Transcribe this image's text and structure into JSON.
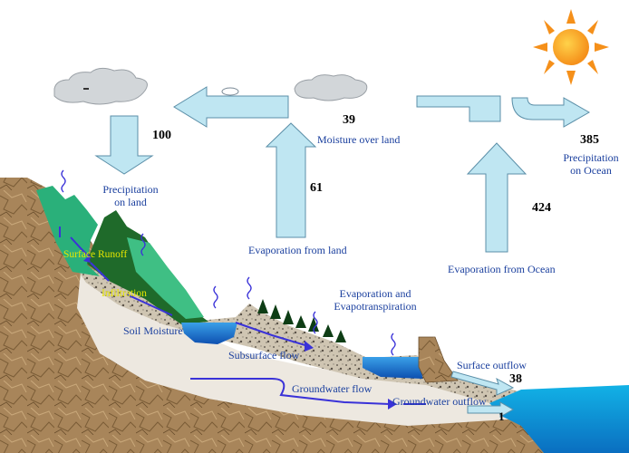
{
  "colors": {
    "arrow_fill": "#bfe6f2",
    "sky_water": "#1f8fd8",
    "ground_brown": "#a8855a",
    "vegetation_green": "#2f9a66",
    "flow_arrow": "#3a32d8",
    "label_blue": "#1a3f9e",
    "label_yellow": "#e6e600",
    "sun": "#f59a1e"
  },
  "labels": {
    "precip_land": [
      "Precipitation",
      "on land"
    ],
    "moisture_over_land": "Moisture over land",
    "evap_land": "Evaporation from land",
    "evap_ocean": "Evaporation from Ocean",
    "precip_ocean": [
      "Precipitation",
      "on Ocean"
    ],
    "evap_transp": [
      "Evaporation and",
      "Evapotranspiration"
    ],
    "soil_moisture": "Soil Moisture",
    "subsurface_flow": "Subsurface flow",
    "groundwater_flow": "Groundwater flow",
    "groundwater_outflow": "Groundwater outflow",
    "surface_outflow": "Surface  outflow",
    "surface_runoff": "Surface  Runoff",
    "infiltration": "Infiltration"
  },
  "values": {
    "precip_land": "100",
    "moisture_over_land": "39",
    "evap_land": "61",
    "evap_ocean": "424",
    "precip_ocean": "385",
    "surface_outflow": "38",
    "groundwater_outflow": "1"
  },
  "icons": [
    "sun-icon",
    "cloud-icon",
    "arrow-icon",
    "tree-icon",
    "evaporation-squiggle-icon"
  ]
}
